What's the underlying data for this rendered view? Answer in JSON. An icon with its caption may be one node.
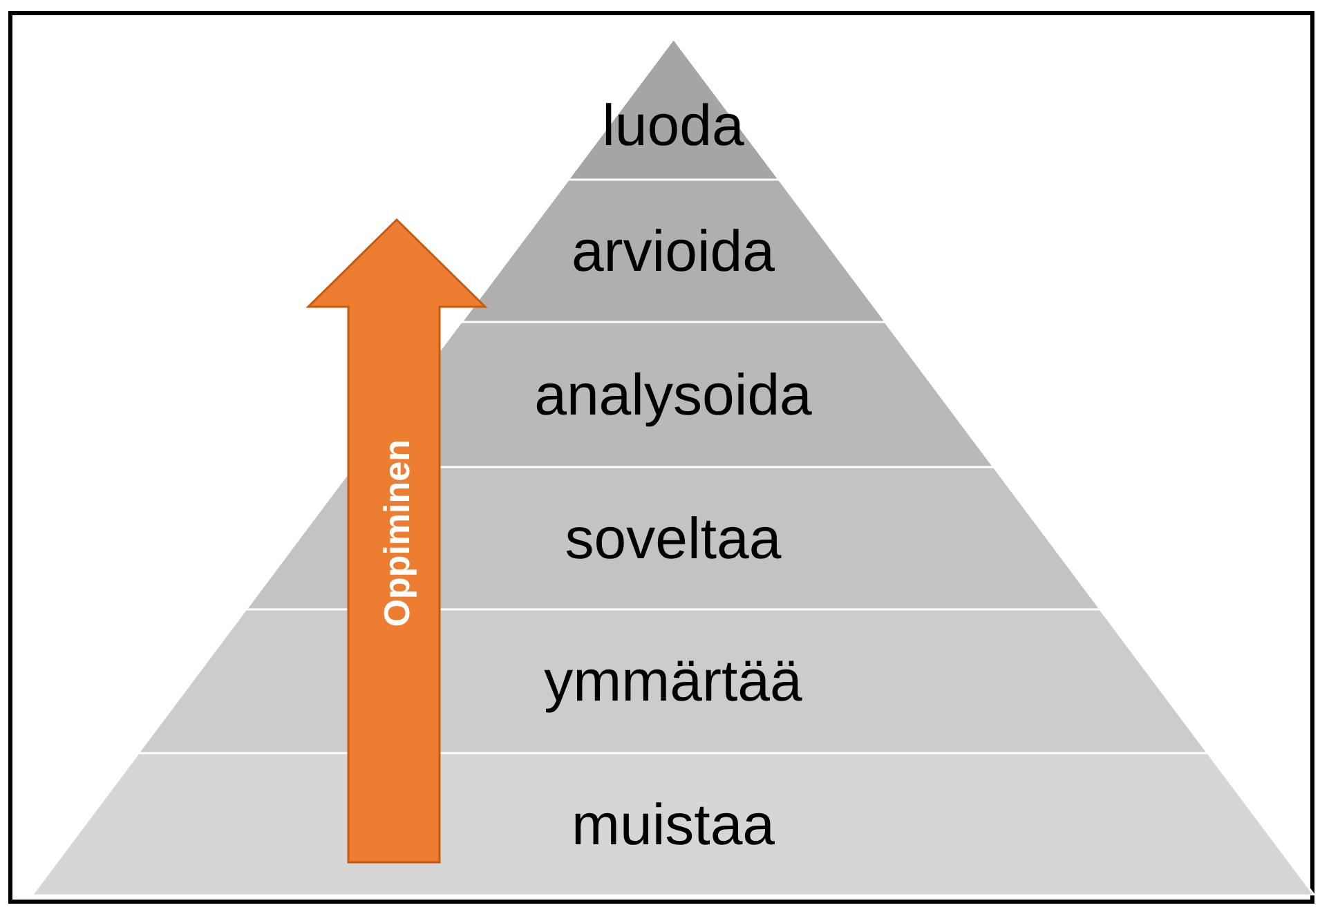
{
  "diagram": {
    "nodes": [
      {
        "text": [
          "luoda"
        ]
      },
      {
        "text": [
          "arvioida"
        ]
      },
      {
        "text": [
          "analysoida"
        ]
      },
      {
        "text": [
          "soveltaa"
        ]
      },
      {
        "text": [
          "ymmärtää"
        ]
      },
      {
        "text": [
          "muistaa"
        ]
      },
      {
        "text": [
          "Oppiminen"
        ]
      }
    ]
  }
}
